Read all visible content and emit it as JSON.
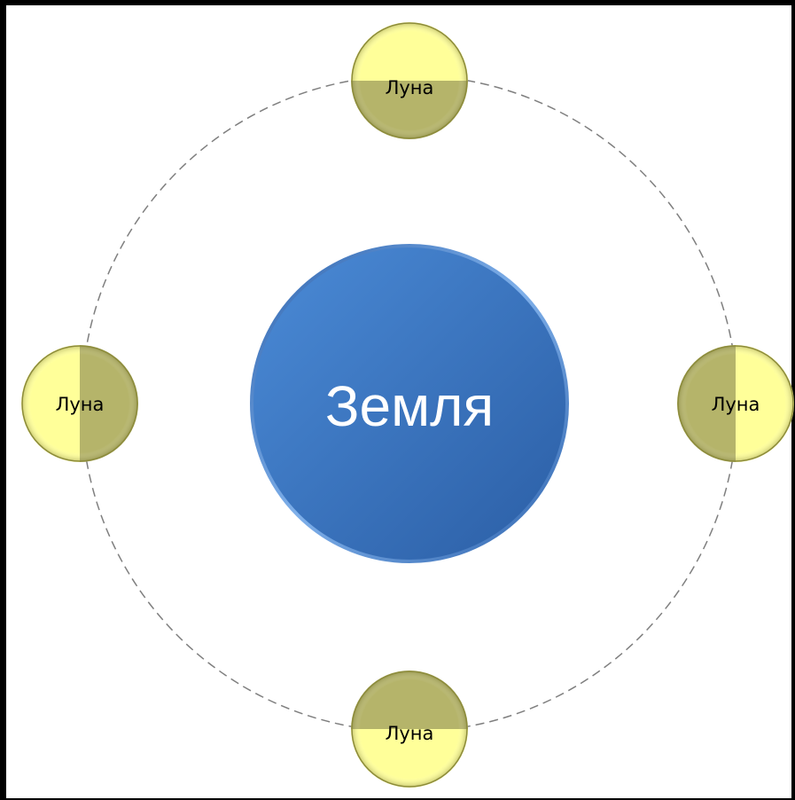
{
  "diagram": {
    "center": {
      "label": "Земля"
    },
    "satellites": [
      {
        "label": "Луна"
      },
      {
        "label": "Луна"
      },
      {
        "label": "Луна"
      },
      {
        "label": "Луна"
      }
    ]
  },
  "colors": {
    "frame_border": "#000000",
    "earth_light": "#4a8ad6",
    "earth_dark": "#2a5fa8",
    "moon_light": "#ffff99",
    "moon_dark": "#b5b46a",
    "moon_outline": "#8c8b3c",
    "orbit": "#7f7f7f"
  }
}
